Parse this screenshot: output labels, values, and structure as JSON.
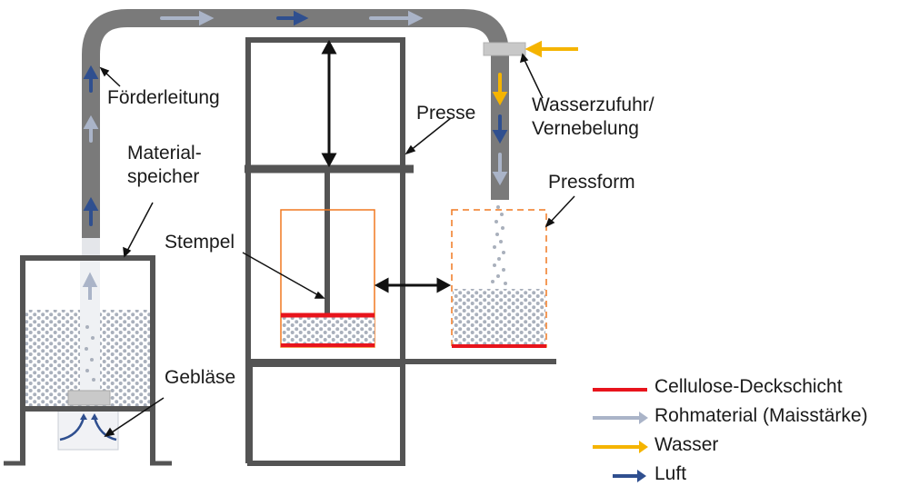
{
  "labels": {
    "foerderleitung": "Förderleitung",
    "materialspeicher": "Material-\nspeicher",
    "presse": "Presse",
    "wasserzufuhr": "Wasserzufuhr/\nVernebelung",
    "pressform": "Pressform",
    "stempel": "Stempel",
    "geblaese": "Gebläse"
  },
  "legend": [
    {
      "key": "cellulose",
      "label": "Cellulose-Deckschicht",
      "color": "#e8141c"
    },
    {
      "key": "rohmaterial",
      "label": "Rohmaterial (Maisstärke)",
      "color": "#aab4c8"
    },
    {
      "key": "wasser",
      "label": "Wasser",
      "color": "#f5b400"
    },
    {
      "key": "luft",
      "label": "Luft",
      "color": "#2f4f8f"
    }
  ],
  "colors": {
    "pipe": "#7a7a7a",
    "frame": "#545454",
    "cellulose": "#e8141c",
    "mold_outline": "#f07820",
    "granule": "#a9b0bc",
    "rohmaterial_arrow": "#aab4c8",
    "luft_arrow": "#2f4f8f",
    "wasser_arrow": "#f5b400"
  }
}
